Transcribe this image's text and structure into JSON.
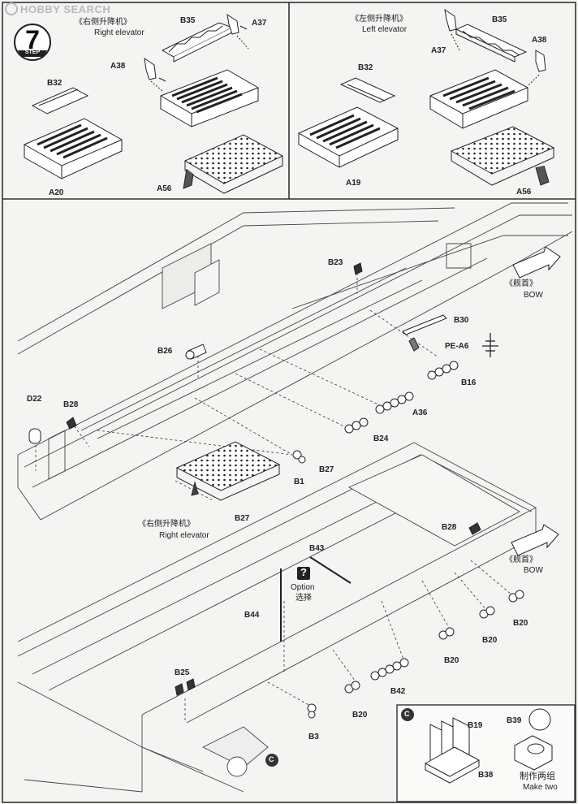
{
  "watermark": "HOBBY SEARCH",
  "step": {
    "number": "7",
    "word": "STEP"
  },
  "panels": {
    "right_elevator_top": {
      "title_cn": "《右侧升降机》",
      "title_en": "Right elevator"
    },
    "left_elevator_top": {
      "title_cn": "《左侧升降机》",
      "title_en": "Left elevator"
    },
    "right_elevator_main": {
      "title_cn": "《右侧升降机》",
      "title_en": "Right elevator"
    },
    "bow_upper": {
      "cn": "《舰首》",
      "en": "BOW"
    },
    "bow_lower": {
      "cn": "《舰首》",
      "en": "BOW"
    },
    "option": {
      "icon": "?",
      "en": "Option",
      "cn": "选择"
    },
    "subassembly_c": {
      "marker": "C",
      "cn": "制作两组",
      "en": "Make two"
    }
  },
  "part_labels": {
    "b35_r": "B35",
    "a37_r": "A37",
    "a38_r": "A38",
    "b32_r": "B32",
    "a20": "A20",
    "a56_r": "A56",
    "b35_l": "B35",
    "a37_l": "A37",
    "a38_l": "A38",
    "b32_l": "B32",
    "a19": "A19",
    "a56_l": "A56",
    "b23": "B23",
    "b30": "B30",
    "pe_a6": "PE-A6",
    "b26": "B26",
    "b16": "B16",
    "a36": "A36",
    "d22": "D22",
    "b28_a": "B28",
    "b24": "B24",
    "b27_a": "B27",
    "b1": "B1",
    "b27_b": "B27",
    "b28_b": "B28",
    "b43": "B43",
    "b44": "B44",
    "b20_a": "B20",
    "b20_b": "B20",
    "b20_c": "B20",
    "b20_d": "B20",
    "b25": "B25",
    "b42": "B42",
    "b3": "B3",
    "b19": "B19",
    "b39": "B39",
    "b38": "B38"
  },
  "marker_c": "C"
}
